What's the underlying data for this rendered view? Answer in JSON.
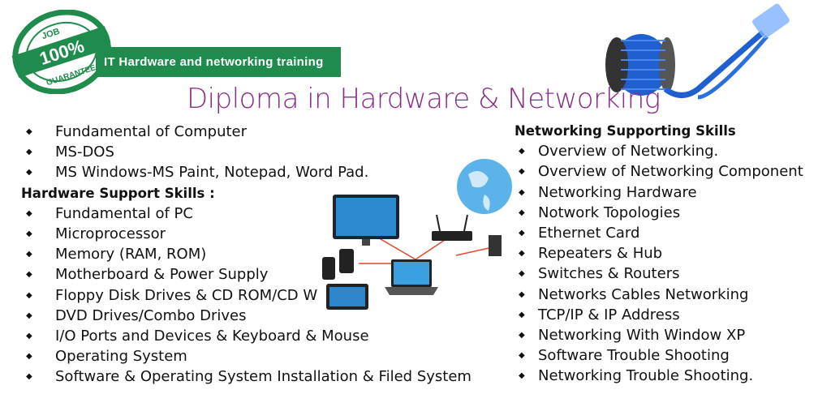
{
  "logo": {
    "stamp_top": "JOB",
    "stamp_mid": "100%",
    "stamp_bottom": "GUARANTEE",
    "banner": "IT Hardware and networking training"
  },
  "title": "Diploma in Hardware & Networking",
  "colors": {
    "green": "#1f8b4c",
    "title_purple": "#8a2d88",
    "cable_blue": "#1f5fd0"
  },
  "left_list": [
    {
      "type": "item",
      "text": "Fundamental of Computer"
    },
    {
      "type": "item",
      "text": "MS-DOS"
    },
    {
      "type": "item",
      "text": "MS Windows-MS Paint, Notepad, Word Pad."
    },
    {
      "type": "head",
      "text": "Hardware Support Skills :"
    },
    {
      "type": "item",
      "text": "Fundamental of PC"
    },
    {
      "type": "item",
      "text": "Microprocessor"
    },
    {
      "type": "item",
      "text": "Memory (RAM, ROM)"
    },
    {
      "type": "item",
      "text": "Motherboard & Power Supply"
    },
    {
      "type": "item",
      "text": "Floppy Disk Drives & CD ROM/CD W"
    },
    {
      "type": "item",
      "text": "DVD Drives/Combo Drives"
    },
    {
      "type": "item",
      "text": "I/O Ports and Devices & Keyboard & Mouse"
    },
    {
      "type": "item",
      "text": "Operating System"
    },
    {
      "type": "item",
      "text": "Software & Operating System Installation & Filed System"
    }
  ],
  "right_list": [
    {
      "type": "head",
      "text": "Networking Supporting Skills"
    },
    {
      "type": "item",
      "text": "Overview of Networking."
    },
    {
      "type": "item",
      "text": "Overview of Networking Component"
    },
    {
      "type": "item",
      "text": "Networking Hardware"
    },
    {
      "type": "item",
      "text": "Notwork Topologies"
    },
    {
      "type": "item",
      "text": "Ethernet Card"
    },
    {
      "type": "item",
      "text": "Repeaters & Hub"
    },
    {
      "type": "item",
      "text": "Switches & Routers"
    },
    {
      "type": "item",
      "text": "Networks Cables Networking"
    },
    {
      "type": "item",
      "text": "TCP/IP & IP Address"
    },
    {
      "type": "item",
      "text": "Networking With Window XP"
    },
    {
      "type": "item",
      "text": "Software Trouble Shooting"
    },
    {
      "type": "item",
      "text": "Networking Trouble Shooting."
    }
  ]
}
